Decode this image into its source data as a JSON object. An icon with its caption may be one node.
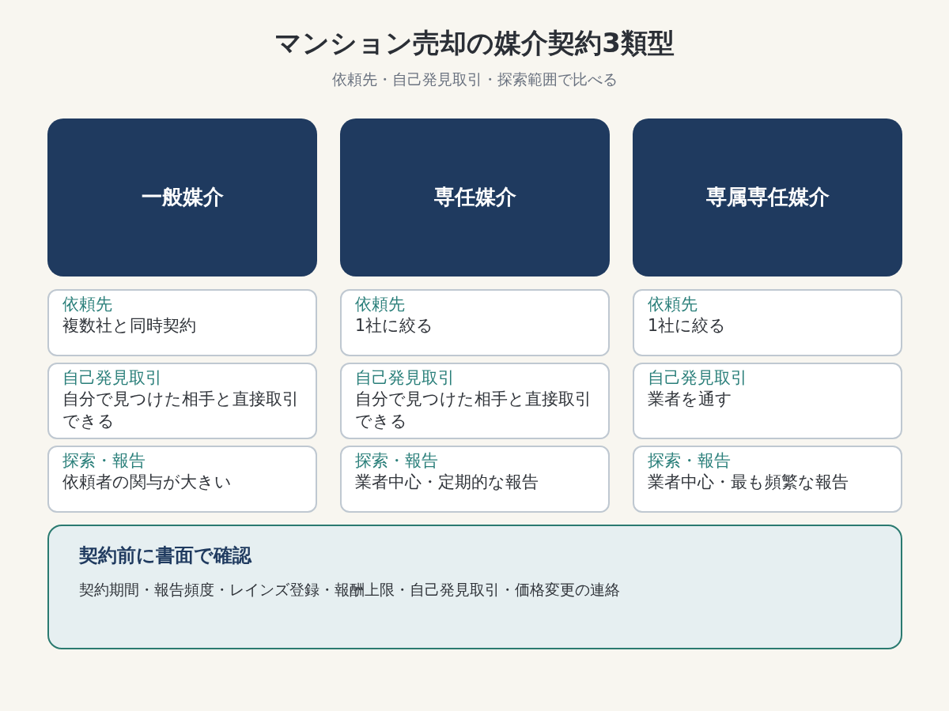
{
  "diagram": {
    "title": "マンション売却の媒介契約3類型",
    "caption": "依頼先・自己発見取引・探索範囲で比べる",
    "nodes": [
      {
        "text": [
          "一般媒介"
        ]
      },
      {
        "text": [
          "専任媒介"
        ]
      },
      {
        "text": [
          "専属専任媒介"
        ]
      },
      {
        "text": [
          "依頼先",
          "複数社と同時契約"
        ]
      },
      {
        "text": [
          "依頼先",
          "1社に絞る"
        ]
      },
      {
        "text": [
          "依頼先",
          "1社に絞る"
        ]
      },
      {
        "text": [
          "自己発見取引",
          "自分で見つけた相手と直接取引できる"
        ]
      },
      {
        "text": [
          "自己発見取引",
          "自分で見つけた相手と直接取引できる"
        ]
      },
      {
        "text": [
          "自己発見取引",
          "業者を通す"
        ]
      },
      {
        "text": [
          "探索・報告",
          "依頼者の関与が大きい"
        ]
      },
      {
        "text": [
          "探索・報告",
          "業者中心・定期的な報告"
        ]
      },
      {
        "text": [
          "探索・報告",
          "業者中心・最も頻繁な報告"
        ]
      },
      {
        "text": [
          "契約前に書面で確認",
          "契約期間・報告頻度・レインズ登録・報酬上限・自己発見取引・価格変更の連絡"
        ]
      }
    ]
  }
}
